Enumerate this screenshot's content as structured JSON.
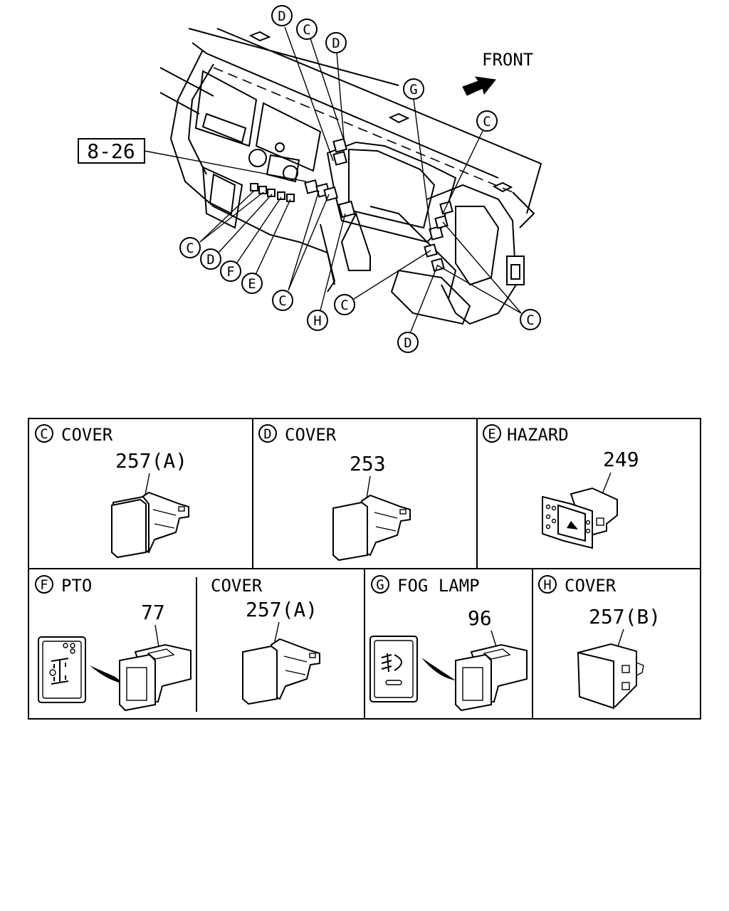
{
  "callouts": {
    "front": "FRONT",
    "ref": "8-26",
    "letters": {
      "top_d1": "D",
      "top_c": "C",
      "top_d2": "D",
      "top_g": "G",
      "top_c_right": "C",
      "left_c": "C",
      "left_d": "D",
      "left_f": "F",
      "left_e": "E",
      "bottom_c": "C",
      "bottom_h": "H",
      "mid_c": "C",
      "bottom_d": "D",
      "right_c": "C"
    }
  },
  "table": {
    "cells": [
      {
        "letter": "C",
        "title": "COVER",
        "part": "257(A)"
      },
      {
        "letter": "D",
        "title": "COVER",
        "part": "253"
      },
      {
        "letter": "E",
        "title": "HAZARD",
        "part": "249"
      },
      {
        "letter": "F",
        "title": "PTO",
        "part": "77"
      },
      {
        "letter": "",
        "title": "COVER",
        "part": "257(A)"
      },
      {
        "letter": "G",
        "title": "FOG  LAMP",
        "part": "96"
      },
      {
        "letter": "H",
        "title": "COVER",
        "part": "257(B)"
      }
    ]
  },
  "colors": {
    "line": "#000000",
    "background": "#ffffff"
  },
  "icons": [
    "front-arrow-icon",
    "dashboard-illustration",
    "switch-cover-icon",
    "hazard-switch-icon",
    "pto-switch-icon",
    "fog-lamp-switch-icon"
  ]
}
